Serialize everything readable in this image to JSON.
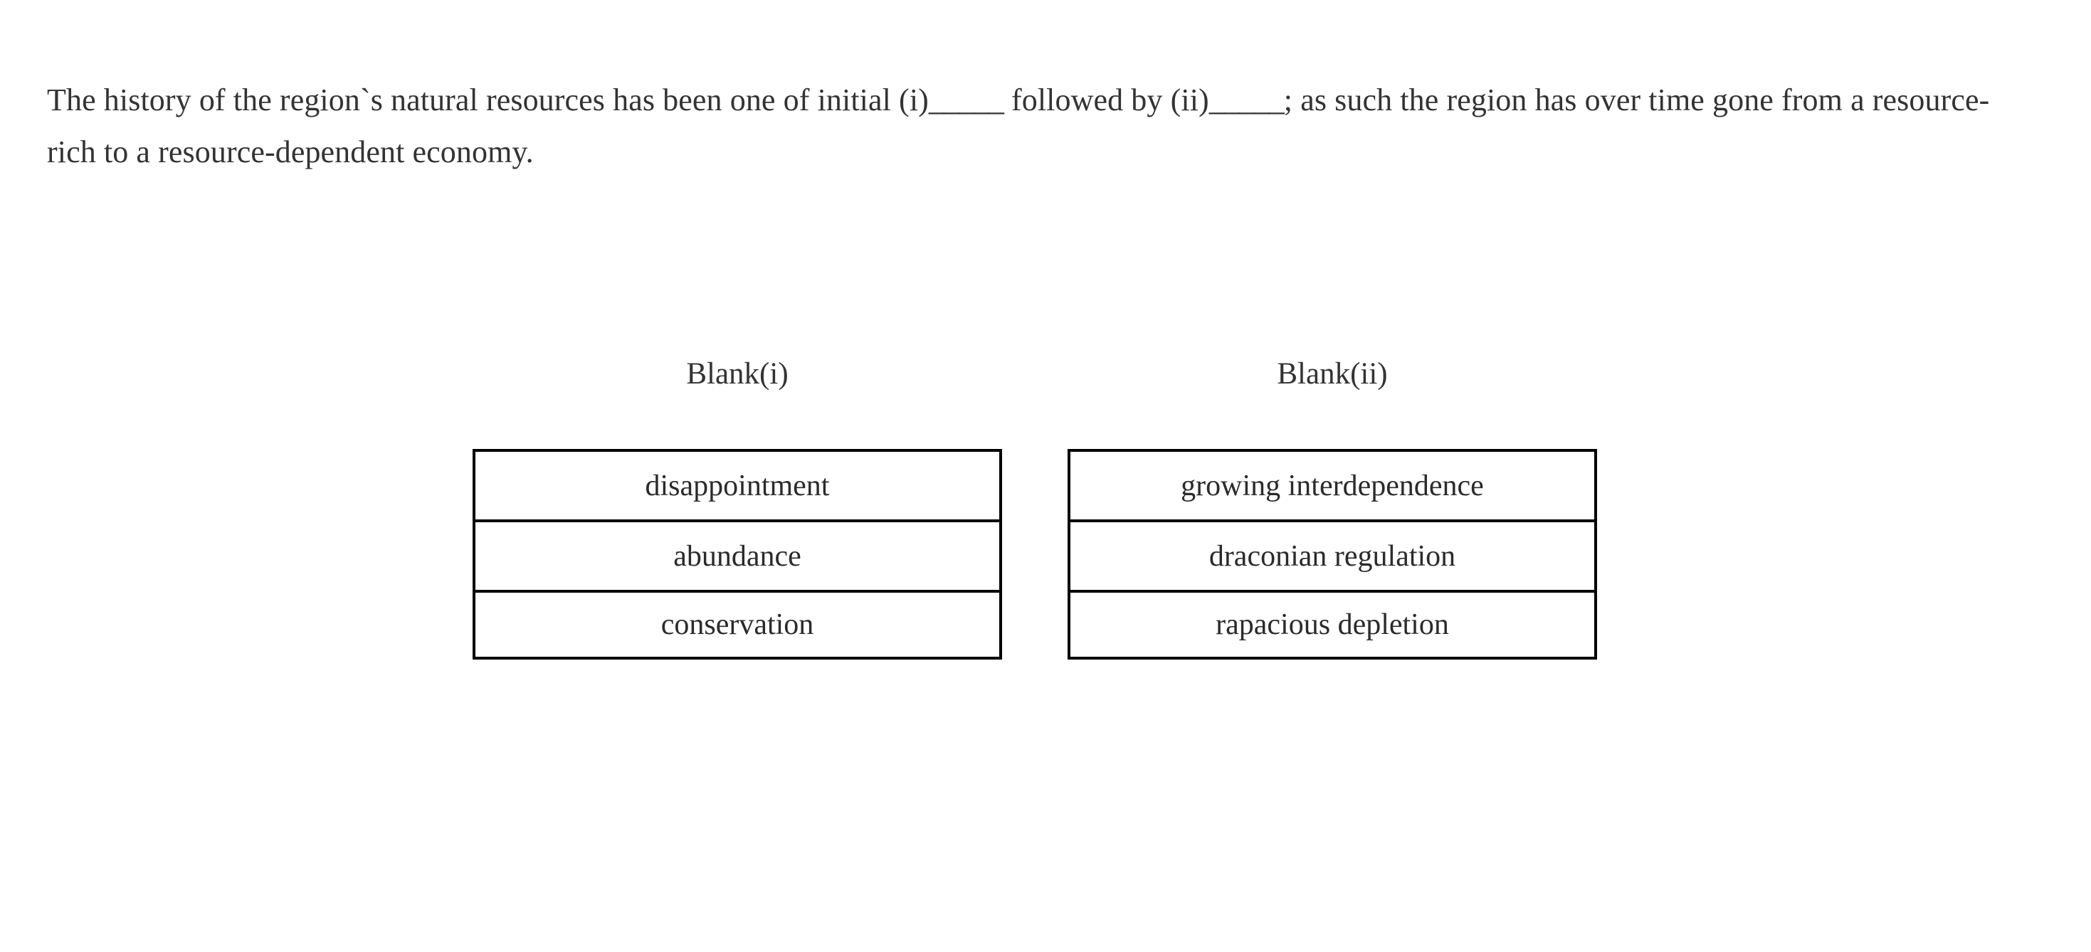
{
  "question": {
    "text_parts": [
      "The history of the region`s natural resources has been one of initial (i)",
      "_____",
      " followed by (ii)",
      "_____",
      "; as such the region has over time gone from a resource-rich to a resource-dependent economy."
    ],
    "full_text": "The history of the region`s natural resources has been one of initial (i)_____ followed by (ii)_____; as such the region has over time gone from a resource-rich to a resource-dependent economy.",
    "segment_1": "The history of the region`s natural resources has been one of initial (i)",
    "blank_1_rule": "_____",
    "segment_2": " followed by (ii)",
    "blank_2_rule": "_____",
    "segment_3": "; as such the region has over time gone from a resource-rich to a resource-dependent economy."
  },
  "answer_area": {
    "columns": [
      {
        "heading": "Blank(i)",
        "options": [
          {
            "label": "disappointment"
          },
          {
            "label": "abundance"
          },
          {
            "label": "conservation"
          }
        ]
      },
      {
        "heading": "Blank(ii)",
        "options": [
          {
            "label": "growing interdependence"
          },
          {
            "label": "draconian regulation"
          },
          {
            "label": "rapacious depletion"
          }
        ]
      }
    ]
  },
  "colors": {
    "page_background": "#ffffff",
    "body_text": "#333333",
    "option_text": "#2b2b2b",
    "box_border": "#000000"
  }
}
